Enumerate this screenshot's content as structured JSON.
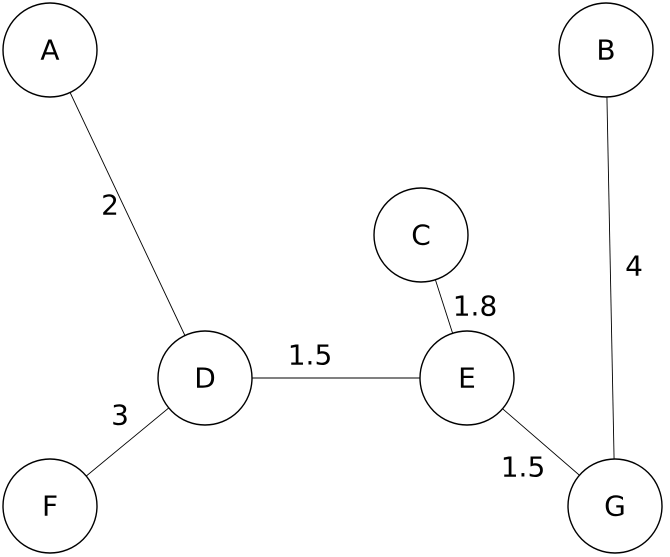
{
  "graph": {
    "nodes": [
      {
        "id": "A",
        "label": "A"
      },
      {
        "id": "B",
        "label": "B"
      },
      {
        "id": "C",
        "label": "C"
      },
      {
        "id": "D",
        "label": "D"
      },
      {
        "id": "E",
        "label": "E"
      },
      {
        "id": "F",
        "label": "F"
      },
      {
        "id": "G",
        "label": "G"
      }
    ],
    "edges": [
      {
        "from": "A",
        "to": "D",
        "weight": "2"
      },
      {
        "from": "D",
        "to": "F",
        "weight": "3"
      },
      {
        "from": "D",
        "to": "E",
        "weight": "1.5"
      },
      {
        "from": "C",
        "to": "E",
        "weight": "1.8"
      },
      {
        "from": "E",
        "to": "G",
        "weight": "1.5"
      },
      {
        "from": "B",
        "to": "G",
        "weight": "4"
      }
    ]
  }
}
